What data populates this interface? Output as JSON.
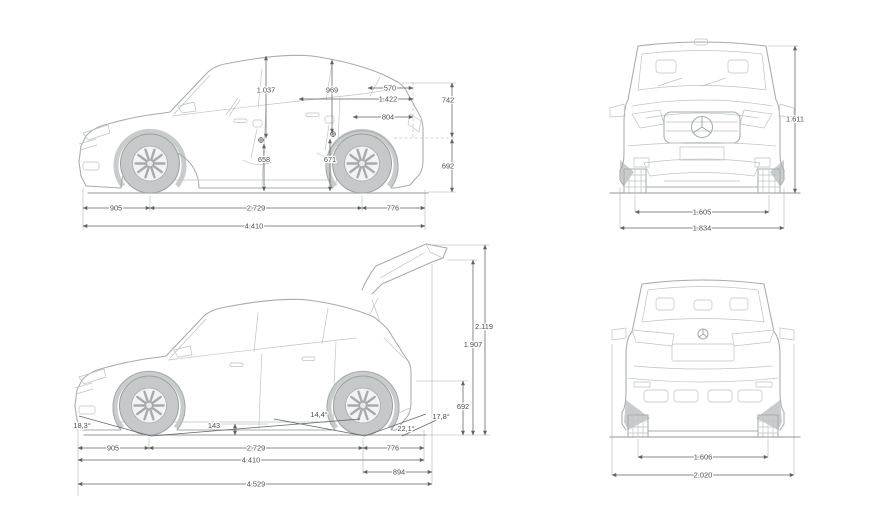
{
  "colors": {
    "background": "#ffffff",
    "car_line": "#a6abad",
    "car_detail": "#bfc3c4",
    "car_shade": "#c9cccd",
    "dim_line": "#5f6365",
    "dim_text": "#4b4f51"
  },
  "figure": {
    "side_view": {
      "headroom_front": "1.037",
      "headroom_rear": "969",
      "dim_570": "570",
      "dim_1422": "1.422",
      "dim_804": "804",
      "dim_742": "742",
      "seat_height_front": "658",
      "seat_height_rear": "671",
      "dim_692": "692",
      "front_overhang": "905",
      "wheelbase": "2.729",
      "rear_overhang": "776",
      "length": "4.410"
    },
    "front_view": {
      "height": "1.611",
      "track_front": "1.605",
      "width": "1.834"
    },
    "open_tailgate_view": {
      "height_open_tailgate": "2.119",
      "dim_1907": "1.907",
      "sill_height": "692",
      "approach_angle": "18,3°",
      "ground_clearance": "143",
      "breakover_angle": "14,4°",
      "angle_221": "22,1°",
      "angle_178": "17,8°",
      "front_overhang": "905",
      "wheelbase": "2.729",
      "rear_overhang": "776",
      "length": "4.410",
      "axle_to_open_tailgate": "894",
      "length_open_tailgate": "4.529"
    },
    "rear_view": {
      "track_rear": "1.606",
      "width_incl_mirrors": "2.020"
    }
  }
}
